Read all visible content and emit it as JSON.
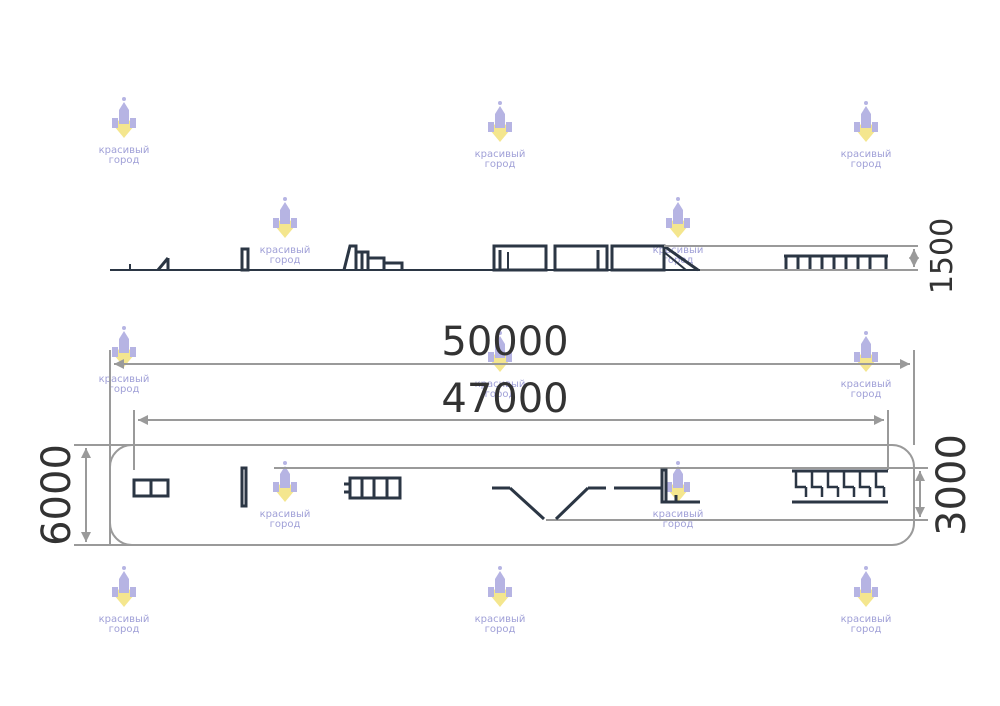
{
  "dimensions": {
    "total_length": "50000",
    "inner_length": "47000",
    "plan_width": "6000",
    "element_width": "3000",
    "max_height": "1500"
  },
  "watermark": {
    "line1": "красивый",
    "line2": "город",
    "icon": "city-logo-icon"
  },
  "colors": {
    "dimension_line": "#9a9a9a",
    "dimension_text": "#333333",
    "equipment": "#2b3644",
    "watermark_blue": "#a9a7de",
    "watermark_yellow": "#f3e27a"
  }
}
